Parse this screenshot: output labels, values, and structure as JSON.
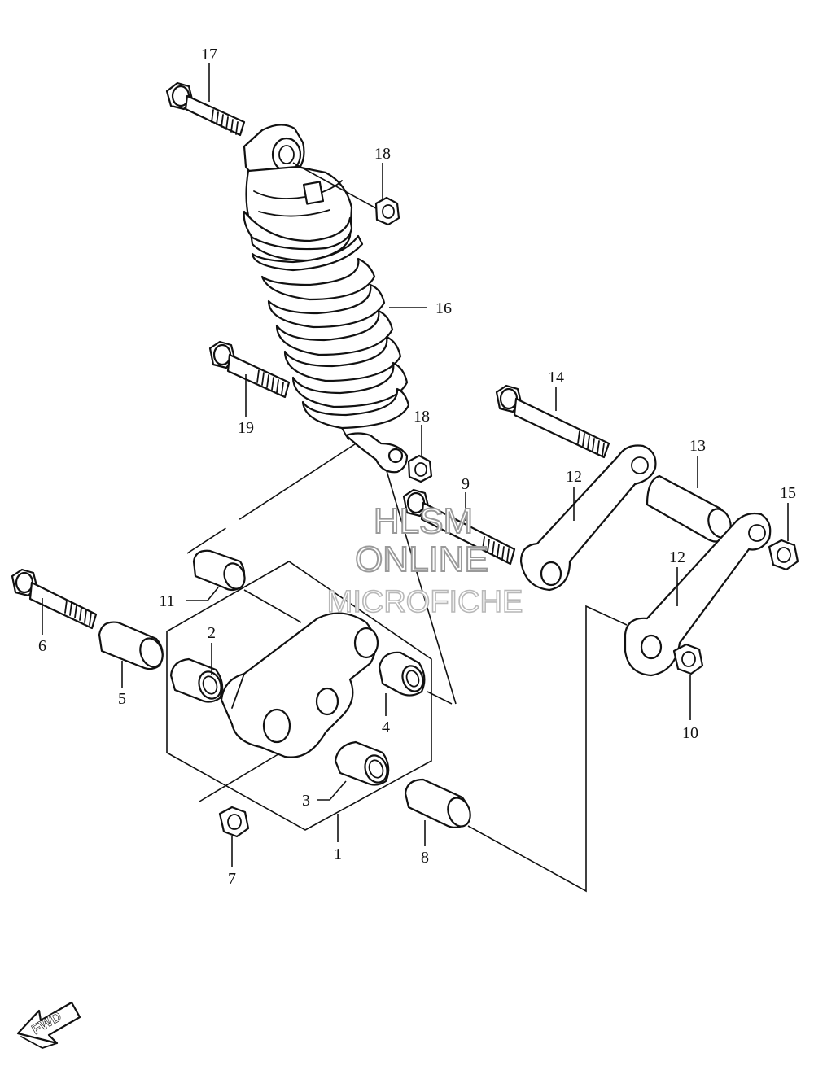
{
  "watermark": {
    "line1": "HLSM",
    "line2": "ONLINE",
    "line3": "MICROFICHE"
  },
  "fwd_label": "FWD",
  "callouts": {
    "c1": "1",
    "c2": "2",
    "c3": "3",
    "c4": "4",
    "c5": "5",
    "c6": "6",
    "c7": "7",
    "c8": "8",
    "c9": "9",
    "c10": "10",
    "c11": "11",
    "c12a": "12",
    "c12b": "12",
    "c13": "13",
    "c14": "14",
    "c15": "15",
    "c16": "16",
    "c17": "17",
    "c18a": "18",
    "c18b": "18",
    "c19": "19"
  }
}
